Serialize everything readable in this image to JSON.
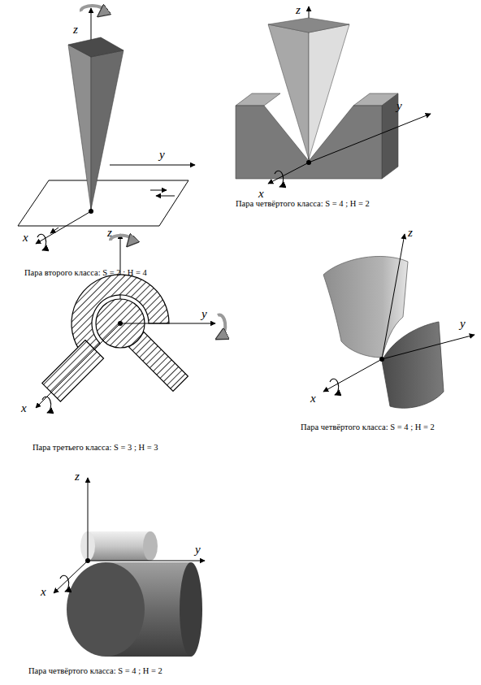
{
  "diagram": {
    "labels": [
      "z",
      "y",
      "x",
      "Пара второго класса: S = 2 ; H = 4",
      "z",
      "y",
      "x",
      "Пара четвёртого класса: S = 4 ; H = 2",
      "z",
      "y",
      "x",
      "Пара третьего класса: S = 3 ; H = 3",
      "z",
      "y",
      "x",
      "Пара четвёртого класса: S = 4 ; H = 2",
      "z",
      "y",
      "x",
      "Пара четвёртого класса: S = 4 ; H = 2"
    ]
  }
}
